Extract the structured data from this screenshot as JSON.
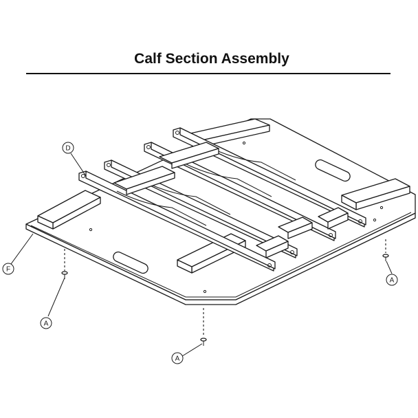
{
  "title": "Calf Section Assembly",
  "callouts": {
    "d": "D",
    "f": "F",
    "a_left": "A",
    "a_center": "A",
    "a_right": "A"
  }
}
